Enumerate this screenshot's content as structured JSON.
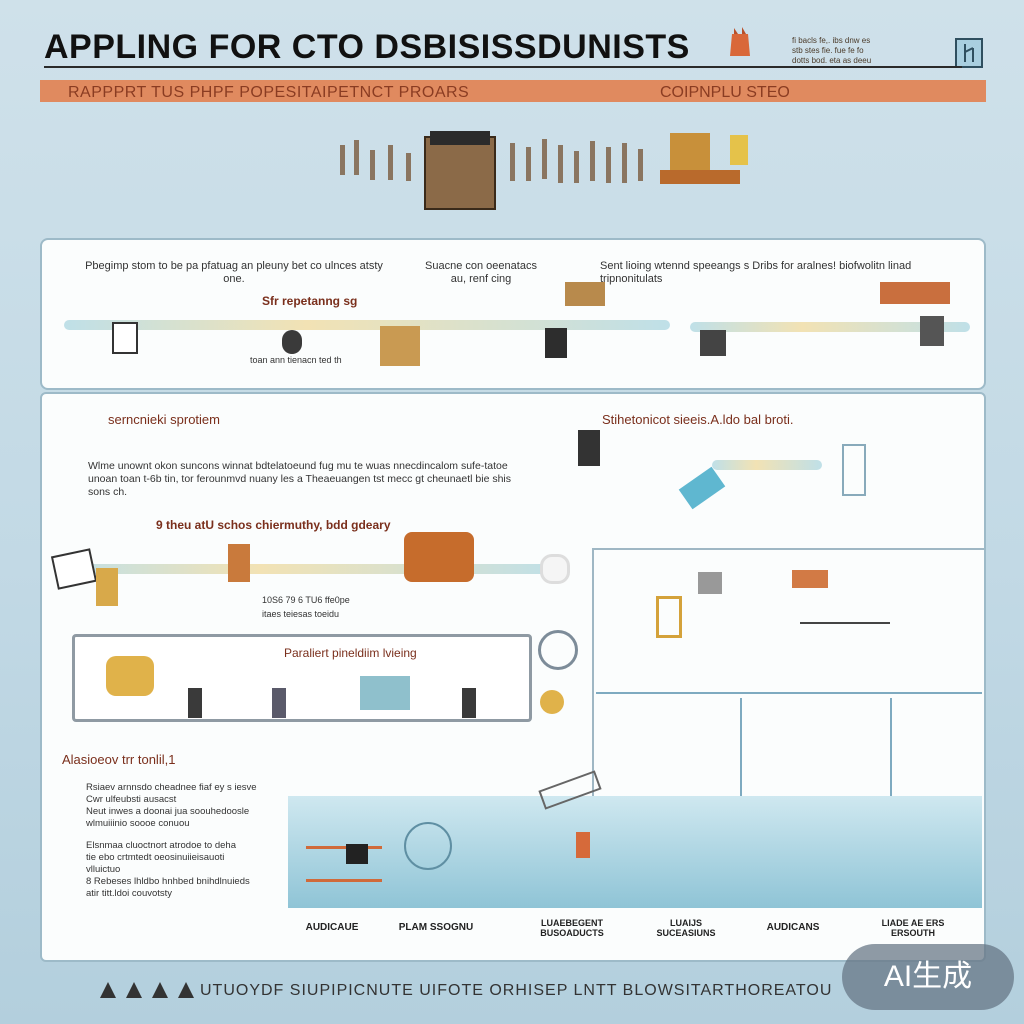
{
  "header": {
    "title": "APPLING FOR CTO DSBISISSDUNISTS",
    "notes": [
      "fi bacls fe,. ibs dnw es",
      "stb stes fie. fue fe fo",
      "dotts bod. eta as deeu"
    ],
    "subtitle_left": "RAPPPRT TUS PHPF POPESITAIPETNCT PROARS",
    "subtitle_right": "COIPNPLU STEO"
  },
  "stages": {
    "stage1_text": "Pbegimp stom to be pa pfatuag an pleuny bet co ulnces atsty one.",
    "stage1_label": "Sfr repetanng sg",
    "stage1_caption": "toan ann tienacn ted th",
    "stage2_text": "Suacne con oeenatacs au, renf cing",
    "stage3_text": "Sent lioing wtennd speeangs s Dribs for aralnes! biofwolitn linad tripnonitulats"
  },
  "sections": {
    "section1_heading": "serncnieki sprotiem",
    "section1_body": "Wlme unownt okon suncons winnat bdtelatoeund fug mu te wuas nnecdincalom sufe-tatoe unoan toan t-6b tin, tor ferounmvd nuany les a Theaeuangen tst mecc gt cheunaetl bie shis sons ch.",
    "section2_heading": "Stihetonicot sieeis.A.ldo bal broti.",
    "process_label": "9 theu atU schos chiermuthy, bdd gdeary",
    "process_caption_1": "10S6 79 6 TU6 ffe0pe",
    "process_caption_2": "itaes teiesas toeidu",
    "subprocess_label": "Paraliert pineldiim lvieing",
    "assessment_heading": "Alasioeov trr tonlil,1",
    "assessment_lines": [
      "Rsiaev arnnsdo cheadnee fiaf ey s iesve",
      "Cwr ulfeubsti ausacst",
      "Neut inwes a doonai jua soouhedoosle",
      "wlmuiiinio soooe conuou",
      "Elsnmaa cluoctnort atrodoe to deha",
      "tie ebo crtmtedt oeosinuiieisauoti",
      "vlluictuo",
      "8 Rebeses lhldbo hnhbed bnihdlnuieds",
      "atir titt.ldoi couvotsty"
    ]
  },
  "columns": [
    {
      "label": "AUDICAUE"
    },
    {
      "label": "PLAM SSOGNU"
    },
    {
      "label": "LUAEBEGENT BUSOADUCTS"
    },
    {
      "label": "LUAIJS SUCEASIUNS"
    },
    {
      "label": "AUDICANS"
    },
    {
      "label": "LIADE AE ERS ERSOUTH"
    }
  ],
  "footer": {
    "text": "UTUOYDF SIUPIPICNUTE UIFOTE ORHISEP LNTT BLOWSITARTHOREATOU",
    "badge": "AI生成"
  },
  "colors": {
    "accent": "#e08a5f",
    "background": "#c6dce7",
    "panel": "#fbfdfd",
    "water": "#8fc4d6",
    "heading_text": "#7a2f1c"
  }
}
